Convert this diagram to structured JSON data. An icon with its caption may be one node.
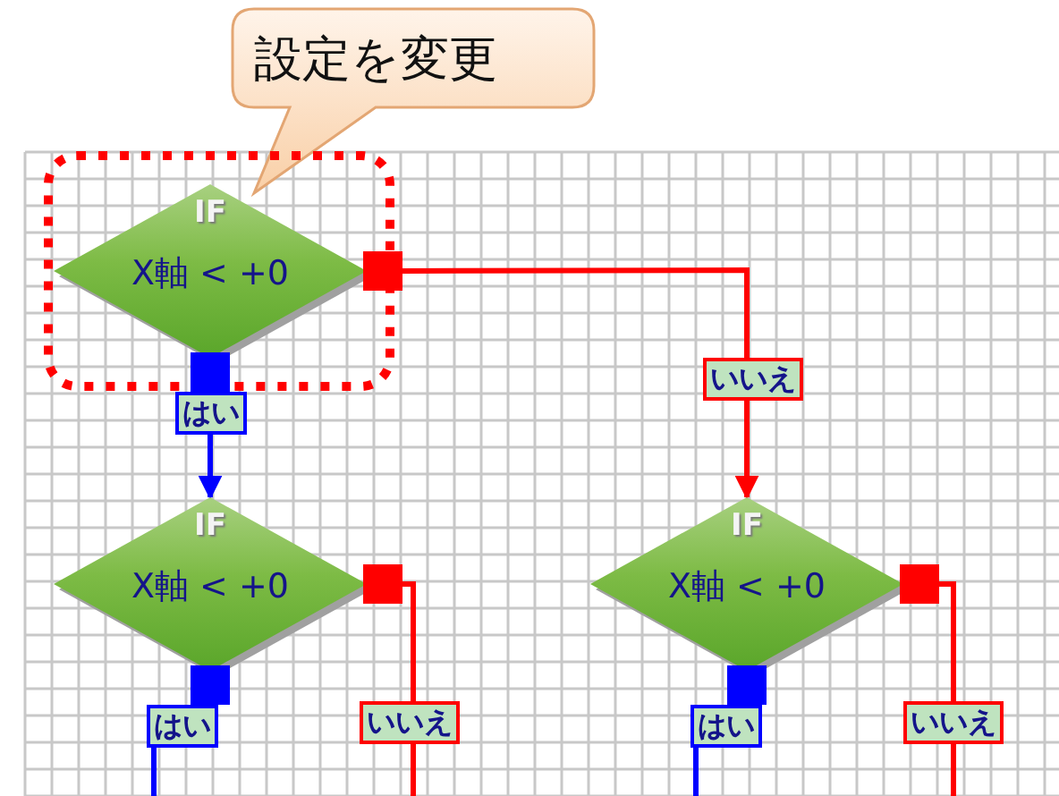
{
  "diagram": {
    "nodes": [
      {
        "text": [
          "設定を変更"
        ]
      },
      {
        "text": [],
        "shape": "box"
      },
      {
        "text": [
          "IF",
          "X軸 < +0"
        ],
        "in": 1
      },
      {
        "text": [
          "IF",
          "X軸 < +0"
        ]
      },
      {
        "text": [
          "IF",
          "X軸 < +0"
        ]
      }
    ],
    "edges": [
      {
        "from": 2,
        "to": 3,
        "arrow": "to",
        "label": "はい",
        "color": "#0000ff"
      },
      {
        "from": 2,
        "to": 4,
        "arrow": "to",
        "label": "いいえ",
        "color": "#ff0000"
      },
      {
        "from": 3,
        "to": null,
        "arrow": "none",
        "label": "はい",
        "color": "#0000ff"
      },
      {
        "from": 3,
        "to": null,
        "arrow": "none",
        "label": "いいえ",
        "color": "#ff0000"
      },
      {
        "from": 4,
        "to": null,
        "arrow": "none",
        "label": "はい",
        "color": "#0000ff"
      },
      {
        "from": 4,
        "to": null,
        "arrow": "none",
        "label": "いいえ",
        "color": "#ff0000"
      }
    ]
  }
}
